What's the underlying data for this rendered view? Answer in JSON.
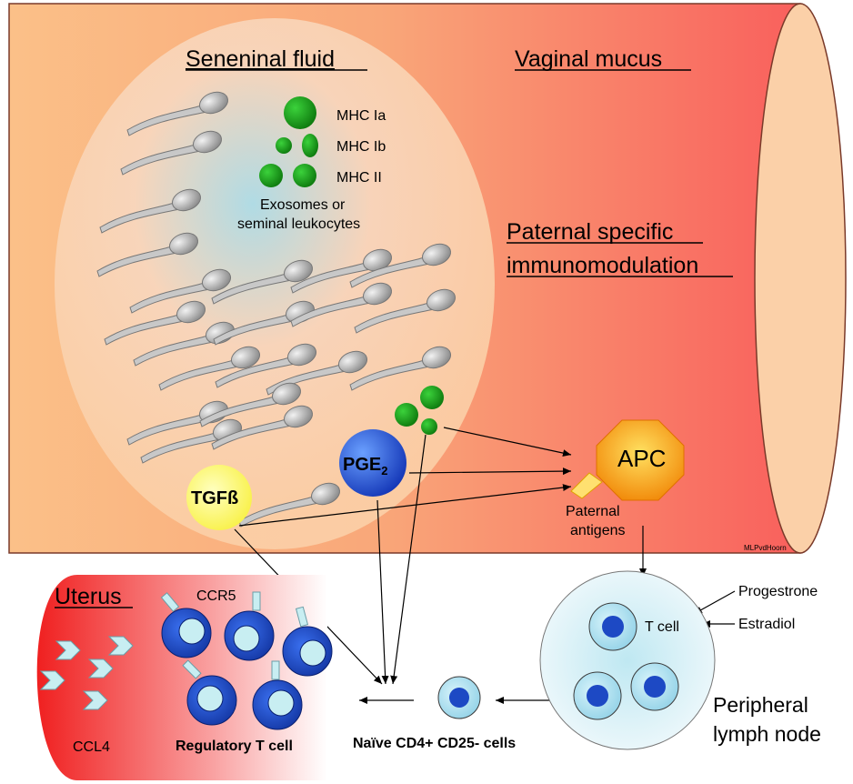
{
  "headings": {
    "seminal": "Seneninal fluid",
    "vaginal": "Vaginal mucus",
    "paternal1": "Paternal specific",
    "paternal2": "immunomodulation",
    "uterus": "Uterus"
  },
  "mhc": {
    "ia": "MHC Ia",
    "ib": "MHC Ib",
    "ii": "MHC II",
    "exo1": "Exosomes or",
    "exo2": "seminal leukocytes"
  },
  "factors": {
    "tgf": "TGFß",
    "pge": "PGE",
    "pge_sub": "2",
    "apc": "APC",
    "antigens1": "Paternal",
    "antigens2": "antigens"
  },
  "credit": "MLPvdHoorn",
  "lymph": {
    "progestrone": "Progestrone",
    "estradiol": "Estradiol",
    "tcell": "T cell",
    "title1": "Peripheral",
    "title2": "lymph node"
  },
  "cells": {
    "naive": "Naïve CD4+ CD25- cells",
    "regulatory": "Regulatory T cell",
    "ccr5": "CCR5",
    "ccl4": "CCL4"
  },
  "colors": {
    "tube_left": "#fbbf82",
    "tube_right": "#f95c5c",
    "green": "#1a9a1a",
    "blue_cell": "#1d49c4",
    "apc": "#f59a00",
    "tgf": "#ffff66"
  }
}
